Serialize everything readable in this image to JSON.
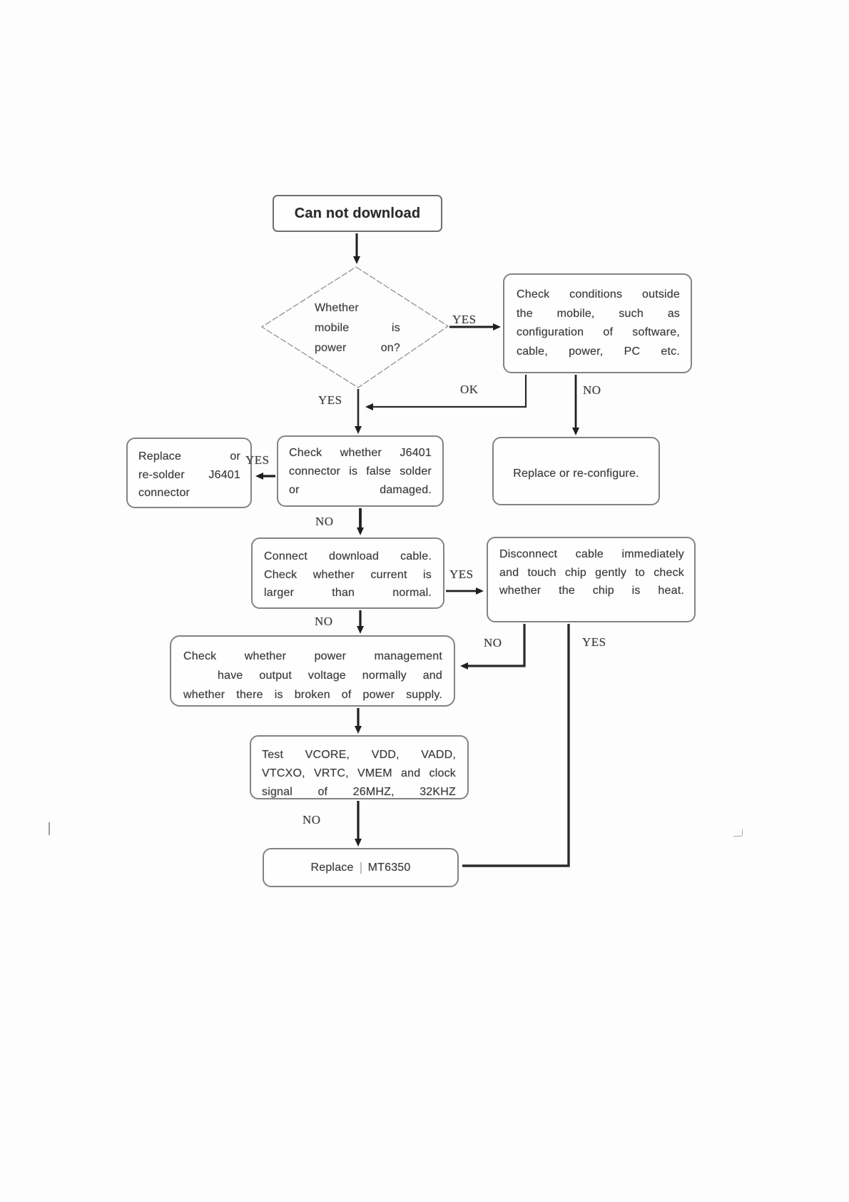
{
  "flowchart": {
    "nodes": {
      "start": {
        "text": "Can not download"
      },
      "decision_power": {
        "lines": [
          "Whether",
          "mobile is",
          "power on?"
        ]
      },
      "check_conditions": {
        "lines": [
          "Check conditions outside",
          "the mobile, such as",
          "configuration of software,",
          "cable, power, PC etc."
        ]
      },
      "replace_reconfigure": {
        "text": "Replace or re-configure."
      },
      "replace_resolder": {
        "lines": [
          "Replace or",
          "re-solder J6401",
          "connector"
        ]
      },
      "check_j6401": {
        "lines": [
          "Check whether J6401",
          "connector is false solder",
          "or damaged."
        ]
      },
      "connect_cable": {
        "lines": [
          "Connect download cable.",
          "Check whether current is",
          "larger than normal."
        ]
      },
      "disconnect_cable": {
        "lines": [
          "Disconnect cable immediately",
          "and touch chip gently to check",
          "whether the chip is heat."
        ]
      },
      "check_power_mgmt": {
        "lines": [
          "Check whether power management",
          "have output voltage normally and",
          "whether there is broken of power supply."
        ]
      },
      "test_voltages": {
        "lines": [
          "Test VCORE, VDD, VADD,",
          "VTCXO, VRTC, VMEM and clock",
          "signal of 26MHZ, 32KHZ"
        ]
      },
      "replace_mt6350": {
        "text_left": "Replace",
        "text_right": "MT6350"
      }
    },
    "edge_labels": {
      "power_on_yes": "YES",
      "conditions_ok": "OK",
      "conditions_no": "NO",
      "power_off_yes": "YES",
      "j6401_yes": "YES",
      "j6401_no": "NO",
      "current_yes": "YES",
      "current_no": "NO",
      "chip_no": "NO",
      "chip_yes": "YES",
      "signal_no": "NO"
    },
    "colors": {
      "line": "#2a2a2a",
      "box_border": "#838383",
      "diamond_border": "#919191"
    }
  }
}
